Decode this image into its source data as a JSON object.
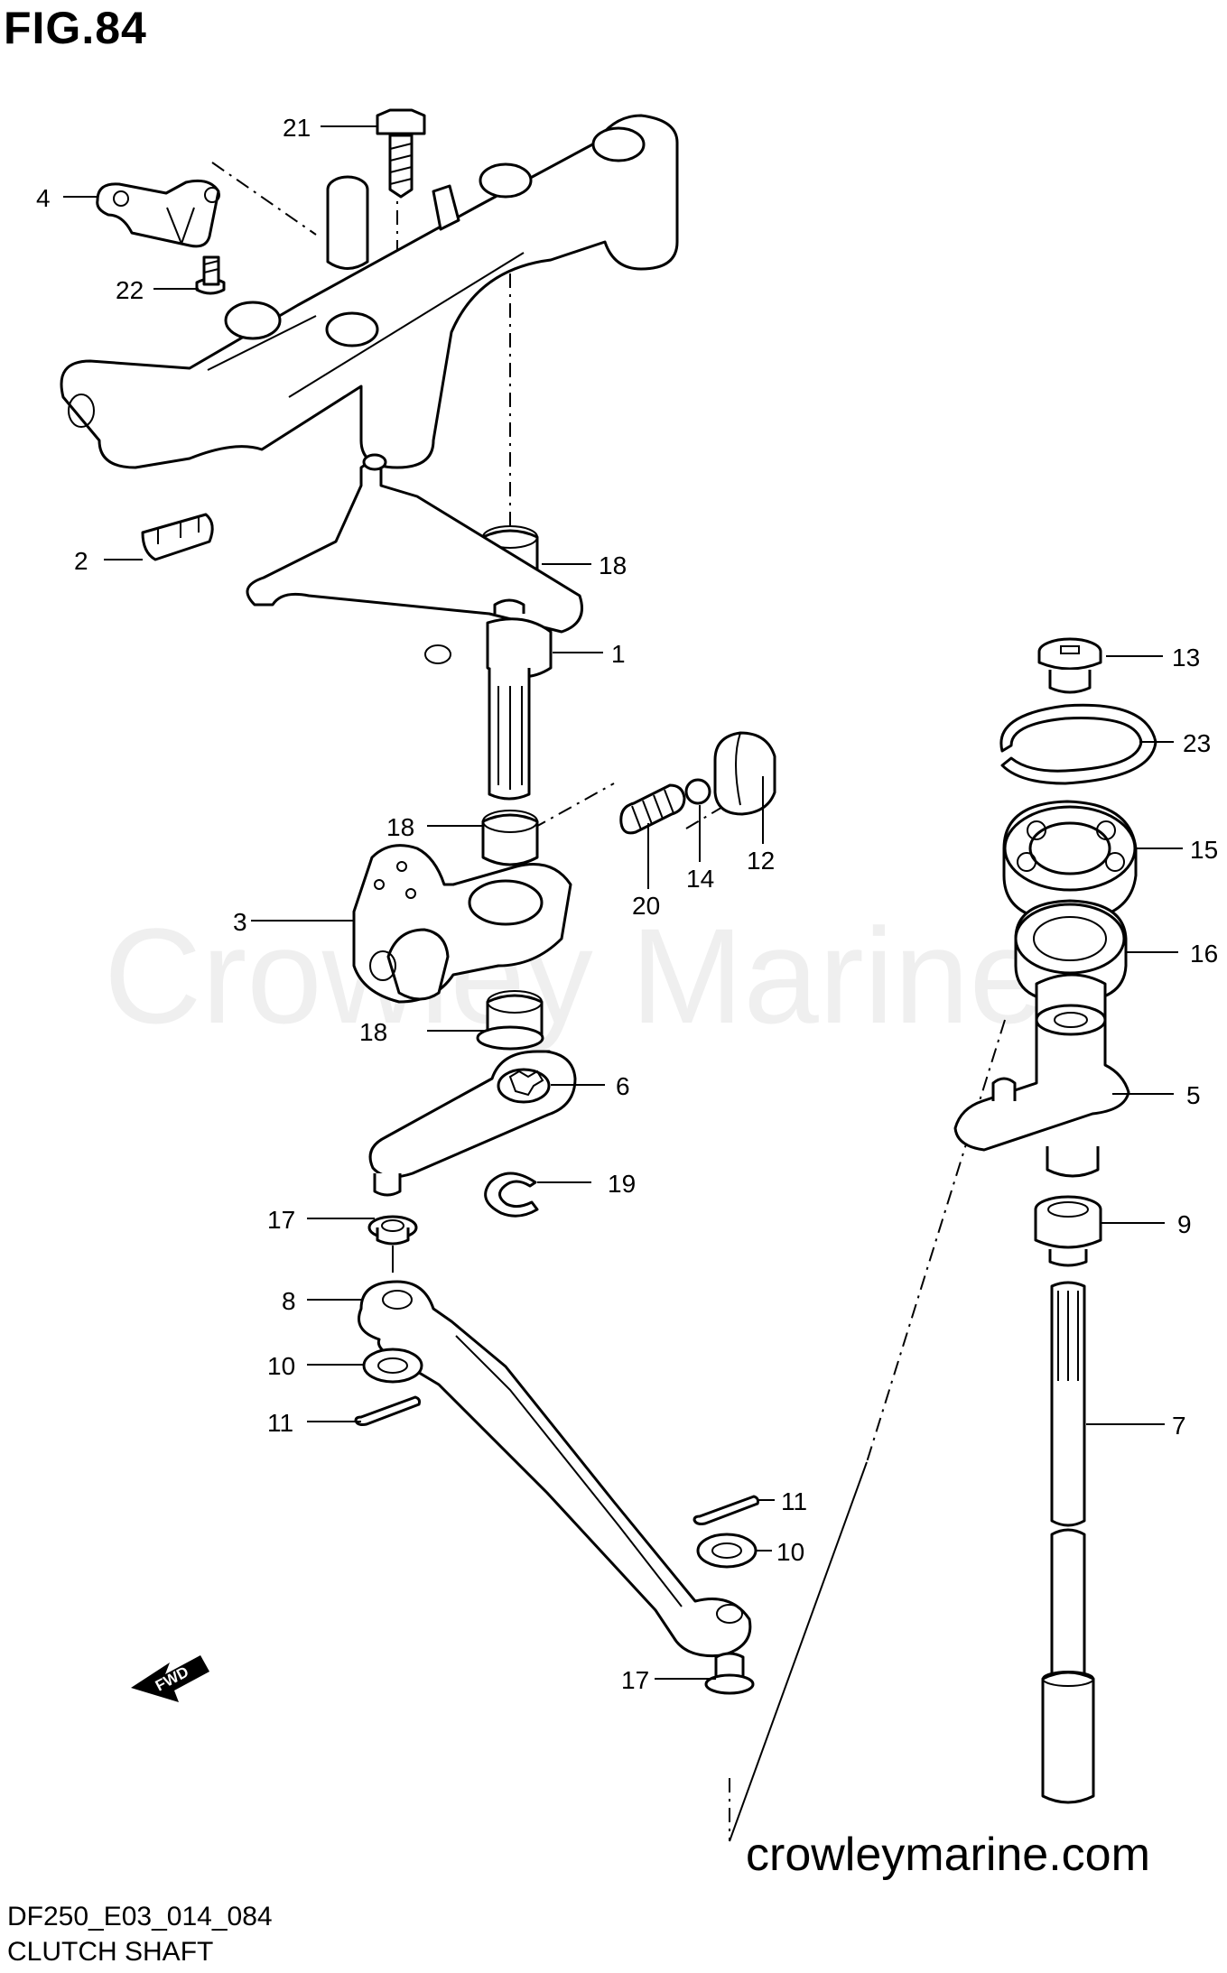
{
  "figure": {
    "title": "FIG.84",
    "watermark": "Crowley Marine",
    "website": "crowleymarine.com",
    "diagram_code": "DF250_E03_014_084",
    "subtitle": "CLUTCH SHAFT",
    "direction_marker": "FWD"
  },
  "callouts": [
    {
      "id": "c21",
      "label": "21"
    },
    {
      "id": "c4",
      "label": "4"
    },
    {
      "id": "c22",
      "label": "22"
    },
    {
      "id": "c2",
      "label": "2"
    },
    {
      "id": "c18a",
      "label": "18"
    },
    {
      "id": "c1",
      "label": "1"
    },
    {
      "id": "c13",
      "label": "13"
    },
    {
      "id": "c23",
      "label": "23"
    },
    {
      "id": "c15",
      "label": "15"
    },
    {
      "id": "c12",
      "label": "12"
    },
    {
      "id": "c14",
      "label": "14"
    },
    {
      "id": "c20",
      "label": "20"
    },
    {
      "id": "c18b",
      "label": "18"
    },
    {
      "id": "c3",
      "label": "3"
    },
    {
      "id": "c16",
      "label": "16"
    },
    {
      "id": "c18c",
      "label": "18"
    },
    {
      "id": "c6",
      "label": "6"
    },
    {
      "id": "c5",
      "label": "5"
    },
    {
      "id": "c19",
      "label": "19"
    },
    {
      "id": "c17a",
      "label": "17"
    },
    {
      "id": "c9",
      "label": "9"
    },
    {
      "id": "c8",
      "label": "8"
    },
    {
      "id": "c10a",
      "label": "10"
    },
    {
      "id": "c7",
      "label": "7"
    },
    {
      "id": "c11a",
      "label": "11"
    },
    {
      "id": "c11b",
      "label": "11"
    },
    {
      "id": "c10b",
      "label": "10"
    },
    {
      "id": "c17b",
      "label": "17"
    }
  ]
}
